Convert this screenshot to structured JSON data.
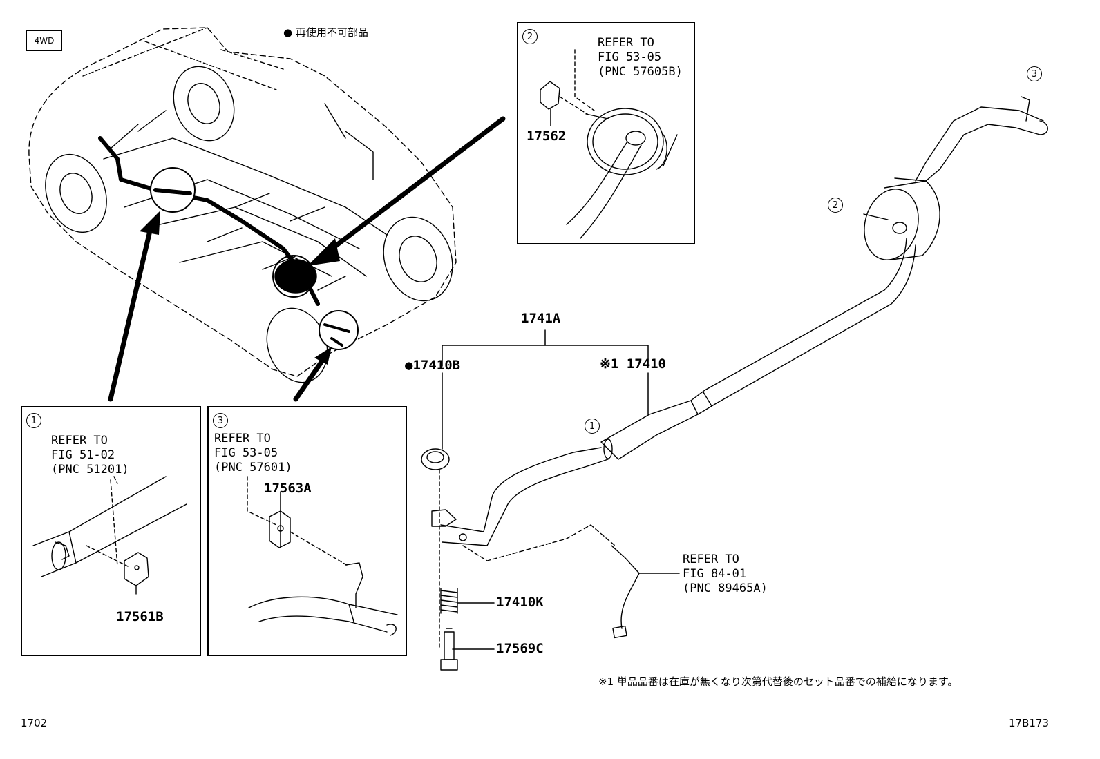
{
  "header": {
    "drive_tag": "4WD",
    "nonreusable_note": "● 再使用不可部品"
  },
  "footer": {
    "page_code_left": "1702",
    "page_code_right": "17B173",
    "footnote": "※1 単品品番は在庫が無くなり次第代替後のセット品番での補給になります。"
  },
  "markers": {
    "m1": "1",
    "m2": "2",
    "m3": "3"
  },
  "inset_1": {
    "ref": "REFER TO\nFIG 51-02\n(PNC 51201)",
    "part": "17561B"
  },
  "inset_2": {
    "ref": "REFER TO\nFIG 53-05\n(PNC 57605B)",
    "part": "17562"
  },
  "inset_3": {
    "ref": "REFER TO\nFIG 53-05\n(PNC 57601)",
    "part": "17563A"
  },
  "sensor_ref": "REFER TO\nFIG 84-01\n(PNC 89465A)",
  "parts": {
    "assembly": "1741A",
    "gasket": "●17410B",
    "pipe": "※1 17410",
    "spring": "17410K",
    "bolt": "17569C"
  }
}
